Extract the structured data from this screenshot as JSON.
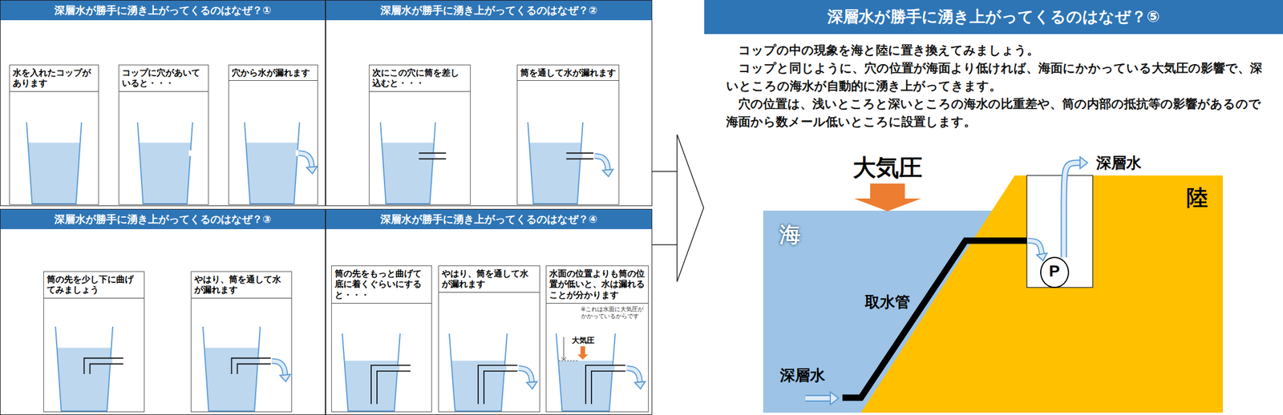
{
  "diagram": {
    "nodes": [
      {
        "text": [
          "深層水が勝手に湧き上がってくるのはなぜ？①"
        ]
      },
      {
        "text": [
          "水を入れたコップがあります"
        ],
        "in": 0
      },
      {
        "text": [
          "コップに穴があいていると・・・"
        ],
        "in": 0
      },
      {
        "text": [
          "穴から水が漏れます"
        ],
        "in": 0
      },
      {
        "text": [
          "深層水が勝手に湧き上がってくるのはなぜ？②"
        ]
      },
      {
        "text": [
          "次にこの穴に筒を差し込むと・・・"
        ],
        "in": 4
      },
      {
        "text": [
          "筒を通して水が漏れます"
        ],
        "in": 4
      },
      {
        "text": [
          "深層水が勝手に湧き上がってくるのはなぜ？③"
        ]
      },
      {
        "text": [
          "筒の先を少し下に曲げてみましょう"
        ],
        "in": 7
      },
      {
        "text": [
          "やはり、筒を通して水が漏れます"
        ],
        "in": 7
      },
      {
        "text": [
          "深層水が勝手に湧き上がってくるのはなぜ？④"
        ]
      },
      {
        "text": [
          "筒の先をもっと曲げて底に着くぐらいにすると・・・"
        ],
        "in": 10
      },
      {
        "text": [
          "やはり、筒を通して水が漏れます"
        ],
        "in": 10
      },
      {
        "text": [
          "水面の位置よりも筒の位置が低いと、水は漏れることが分かります",
          "※これは水面に大気圧がかかっているからです"
        ],
        "in": 10
      },
      {
        "text": [
          "深層水が勝手に湧き上がってくるのはなぜ？⑤",
          "コップの中の現象を海と陸に置き換えてみましょう。",
          "コップと同じように、穴の位置が海面より低ければ、海面にかかっている大気圧の影響で、深いところの海水が自動的に湧き上がってきます。",
          "穴の位置は、浅いところと深いところの海水の比重差や、筒の内部の抵抗等の影響があるので海面から数メール低いところに設置します。"
        ]
      },
      {
        "text": [
          "P"
        ],
        "in": 14
      }
    ],
    "edges": [
      {
        "from": 4,
        "to": 14,
        "arrow": "to"
      },
      {
        "from": 10,
        "to": 14,
        "arrow": "to"
      }
    ],
    "labels": [
      "大気圧",
      "大気圧",
      "海",
      "陸",
      "取水管",
      "深層水",
      "深層水"
    ]
  }
}
